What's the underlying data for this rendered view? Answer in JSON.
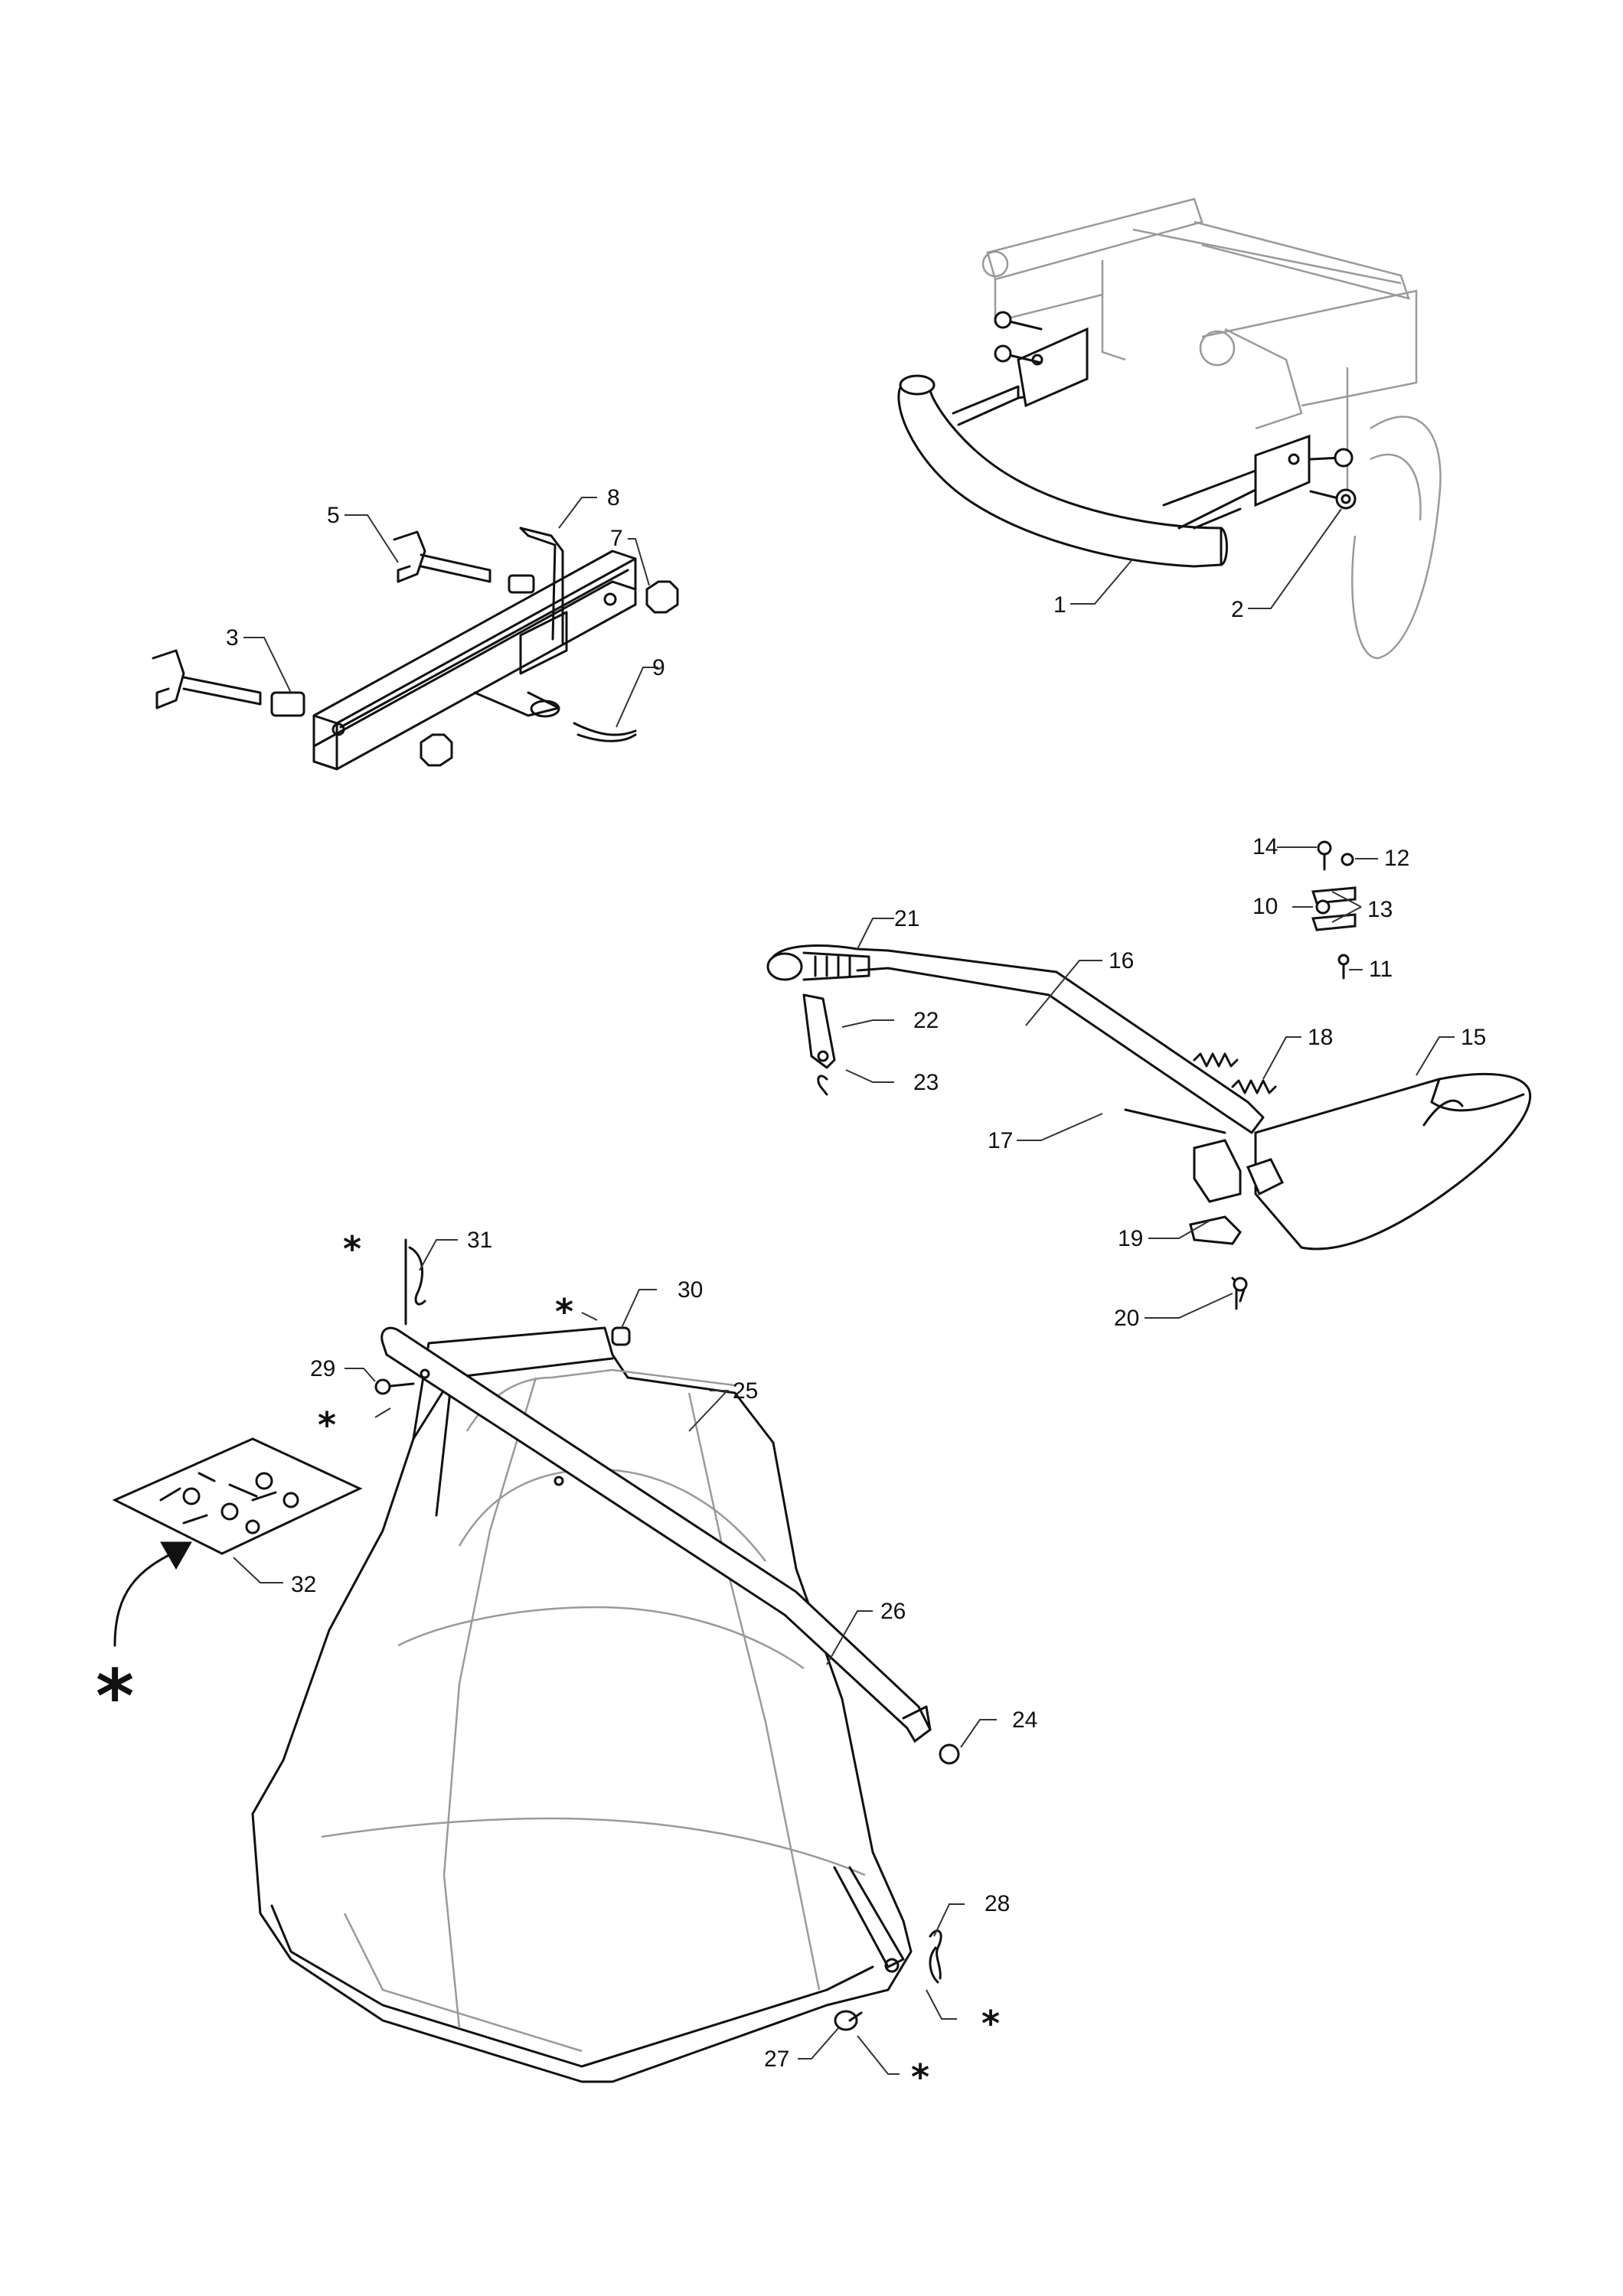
{
  "callouts": {
    "c1": "1",
    "c2": "2",
    "c3": "3",
    "c5": "5",
    "c7": "7",
    "c8": "8",
    "c9": "9",
    "c10": "10",
    "c11": "11",
    "c12": "12",
    "c13": "13",
    "c14": "14",
    "c15": "15",
    "c16": "16",
    "c17": "17",
    "c18": "18",
    "c19": "19",
    "c20": "20",
    "c21": "21",
    "c22": "22",
    "c23": "23",
    "c24": "24",
    "c25": "25",
    "c26": "26",
    "c27": "27",
    "c28": "28",
    "c29": "29",
    "c30": "30",
    "c31": "31",
    "c32": "32"
  },
  "markers": {
    "asterisk": "*"
  }
}
